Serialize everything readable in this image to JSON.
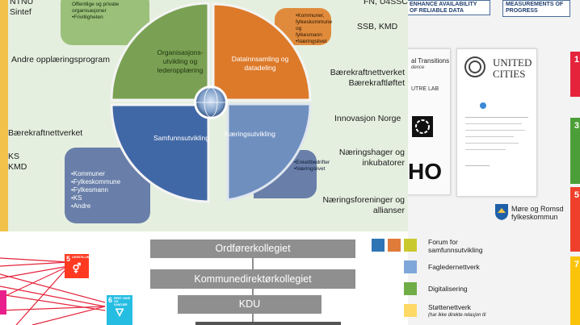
{
  "top_left": {
    "ntnu": "NTNU",
    "sintef": "Sintef",
    "andre": "Andre opplæringsprogram",
    "baerekraft": "Bærekraftnettverket",
    "ks": "KS",
    "kmd": "KMD"
  },
  "top_right": {
    "fn": "FN, U4SSC",
    "ssb": "SSB, KMD",
    "baerekraftverket": "Bærekraftnettverket",
    "baerekraftloftet": "Bærekraftløftet",
    "innovasjon": "Innovasjon Norge",
    "naeringshager": "Næringshager og",
    "inkubatorer": "inkubatorer",
    "naeringsforeninger": "Næringsforeninger og",
    "allianser": "allianser"
  },
  "callouts": {
    "green_lines": [
      "Offentlige og private",
      "organisasjoner",
      "•Frivilligheten"
    ],
    "orange_lines": [
      "•Kommuner,",
      "fylkeskommune og",
      "fylkesmann",
      "•Næringslivet"
    ],
    "blue_left_lines": [
      "•Kommuner",
      "•Fylkeskommune",
      "•Fylkesmann",
      "•KS",
      "•Andre"
    ],
    "blue_right_lines": [
      "•Enkeltbedrifter",
      "•Næringslivet"
    ]
  },
  "pie": {
    "green_label": [
      "Organisasjons-",
      "utvikling og",
      "lederopplæring"
    ],
    "orange_label": [
      "Datainnsamling og",
      "datadeling"
    ],
    "blue_left_label": "Samfunnsutvikling",
    "blue_right_label": "Næringsutvikling",
    "colors": {
      "green": "#7aa153",
      "orange": "#dd7a2a",
      "blue": "#4168a6",
      "blue_light": "#6f8fbf"
    }
  },
  "right_cards": {
    "card1_lines": [
      "ENHANCE AVAILABILITY",
      "OF RELIABLE DATA"
    ],
    "card2_lines": [
      "MEASUREMENTS OF",
      "PROGRESS"
    ],
    "transitions_title": "al Transitions",
    "transitions_sub": "dence",
    "future_lab": "UTRE LAB",
    "ho": "HO",
    "united_cities_1": "UNITED",
    "united_cities_2": "CITIES",
    "more_romsdal_1": "Møre og Romsd",
    "more_romsdal_2": "fylkeskommun"
  },
  "bottom": {
    "ordforer": "Ordførerkollegiet",
    "kommunedirektor": "Kommunedirektørkollegiet",
    "kdu": "KDU",
    "legend": [
      {
        "color": "#2e75b6",
        "lines": [
          "Forum for",
          "samfunnsutvikling"
        ]
      },
      {
        "color": "#7fa7d9",
        "lines": [
          "Fagledernettverk"
        ]
      },
      {
        "color": "#70ad47",
        "lines": [
          "Digitalisering"
        ]
      },
      {
        "color": "#ffd966",
        "lines": [
          "Støttenettverk",
          "(har ikke direkte relasjon til"
        ]
      }
    ],
    "sdg": {
      "five": "5",
      "five_text": "LIKESTILLING",
      "six": "6",
      "six_text": "RENT VANN OG SANITÆR"
    },
    "sdg_strip_numbers": [
      "1",
      "3",
      "5",
      "7"
    ]
  },
  "colors": {
    "panel_bg": "#e5efdf",
    "sdg_red": "#e5243b",
    "sdg_orange_red": "#ff3a21",
    "sdg_cyan": "#26bde2",
    "sdg_green": "#4c9f38"
  }
}
